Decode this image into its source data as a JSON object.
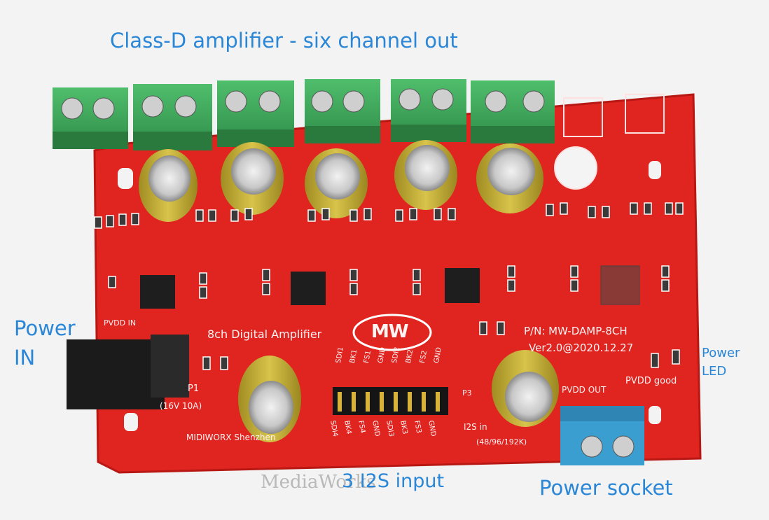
{
  "annotations": {
    "title": "Class-D amplifier - six channel out",
    "power_in_line1": "Power",
    "power_in_line2": "IN",
    "power_led_line1": "Power",
    "power_led_line2": "LED",
    "i2s_input": "3 I2S input",
    "power_socket": "Power socket",
    "watermark": "MediaWorks"
  },
  "silkscreen": {
    "board_name": "8ch Digital Amplifier",
    "logo": "MW",
    "part_number": "P/N: MW-DAMP-8CH",
    "version": "Ver2.0@2020.12.27",
    "pvdd_in": "PVDD IN",
    "pvdd_out": "PVDD OUT",
    "pvdd_good": "PVDD good",
    "p1": "P1",
    "rating": "(16V 10A)",
    "maker": "MIDIWORX Shenzhen",
    "i2s_in": "I2S in",
    "sample_rates": "(48/96/192K)",
    "p3": "P3",
    "header_top_pins": [
      "SDI1",
      "BK1",
      "FS1",
      "GND",
      "SDI2",
      "BK2",
      "FS2",
      "GND"
    ],
    "header_bottom_pins": [
      "SDI4",
      "BK4",
      "FS4",
      "GND",
      "SDI3",
      "BK3",
      "FS3",
      "GND"
    ]
  },
  "colors": {
    "pcb": "#e0241f",
    "terminal_green": "#3aa45a",
    "terminal_blue": "#3a9fd0",
    "annotation": "#2a86d6",
    "capacitor": "#c8b43a"
  }
}
